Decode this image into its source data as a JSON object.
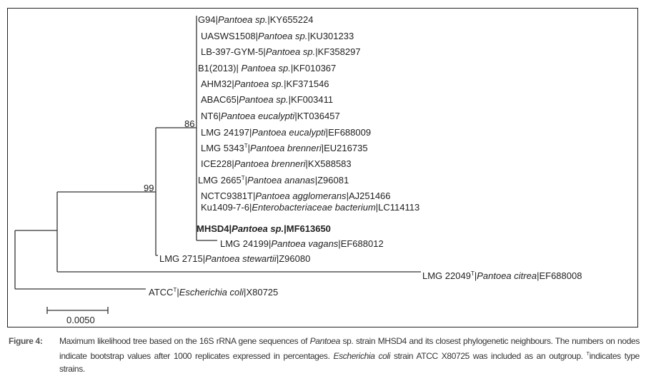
{
  "tree": {
    "leaves": [
      {
        "strain": "G94",
        "sup": "",
        "species": "Pantoea sp.",
        "acc": "KY655224"
      },
      {
        "strain": "UASWS1508",
        "sup": "",
        "species": "Pantoea sp.",
        "acc": "KU301233"
      },
      {
        "strain": "LB-397-GYM-5",
        "sup": "",
        "species": "Pantoea sp.",
        "acc": "KF358297"
      },
      {
        "strain": "B1(2013)",
        "sup": "",
        "species": " Pantoea sp.",
        "acc": "KF010367"
      },
      {
        "strain": "AHM32",
        "sup": "",
        "species": "Pantoea sp.",
        "acc": "KF371546"
      },
      {
        "strain": "ABAC65",
        "sup": "",
        "species": "Pantoea sp.",
        "acc": "KF003411"
      },
      {
        "strain": "NT6",
        "sup": "",
        "species": "Pantoea eucalypti",
        "acc": "KT036457"
      },
      {
        "strain": "LMG 24197",
        "sup": "",
        "species": "Pantoea eucalypti",
        "acc": "EF688009"
      },
      {
        "strain": "LMG 5343",
        "sup": "T",
        "species": "Pantoea brenneri",
        "acc": "EU216735"
      },
      {
        "strain": "ICE228",
        "sup": "",
        "species": "Pantoea brenneri",
        "acc": "KX588583"
      },
      {
        "strain": "LMG 2665",
        "sup": "T",
        "species": "Pantoea ananas",
        "acc": "Z96081"
      },
      {
        "strain": "NCTC9381T",
        "sup": "",
        "species": "Pantoea agglomerans",
        "acc": "AJ251466"
      },
      {
        "strain": "Ku1409-7-6",
        "sup": "",
        "species": "Enterobacteriaceae bacterium",
        "acc": "LC114113"
      },
      {
        "strain": "MHSD4",
        "sup": "",
        "species": "Pantoea sp.",
        "acc": "MF613650",
        "bold": true
      },
      {
        "strain": "LMG 24199",
        "sup": "",
        "species": "Pantoea vagans",
        "acc": "EF688012"
      },
      {
        "strain": "LMG 2715",
        "sup": "",
        "species": "Pantoea stewartii",
        "acc": "Z96080"
      },
      {
        "strain": "LMG 22049",
        "sup": "T",
        "species": "Pantoea citrea",
        "acc": "EF688008"
      },
      {
        "strain": "ATCC",
        "sup": "T",
        "species": "Escherichia coli",
        "acc": "X80725"
      }
    ],
    "bootstrap": {
      "node_inner": "86",
      "node_outer": "99"
    },
    "scale_label": "0.0050"
  },
  "caption": {
    "label": "Figure 4:",
    "t1": "Maximum likelihood tree based on the 16S rRNA gene sequences of ",
    "i1": "Pantoea",
    "t2": " sp. strain MHSD4 and its closest phylogenetic neighbours. The numbers on nodes indicate bootstrap values after 1000 replicates expressed in percentages. ",
    "i2": "Escherichia coli",
    "t3": " strain ATCC X80725 was included as an outgroup. ",
    "sup": "T",
    "t4": "indicates type strains."
  }
}
